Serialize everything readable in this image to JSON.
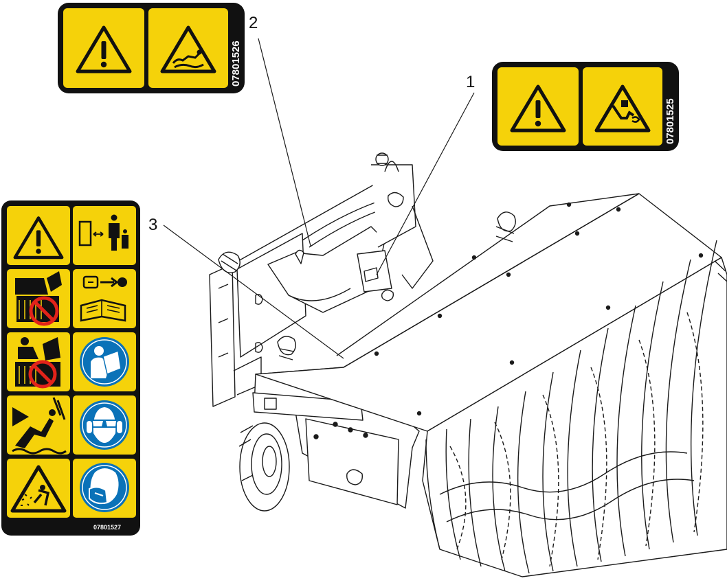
{
  "callouts": [
    {
      "number": "1",
      "decal_code": "07801525"
    },
    {
      "number": "2",
      "decal_code": "07801526"
    },
    {
      "number": "3",
      "decal_code": "07801527"
    }
  ],
  "colors": {
    "decal_yellow": "#f5d20a",
    "decal_black": "#111111",
    "mandatory_blue": "#0a72b8",
    "prohibition_red": "#e2231a",
    "line": "#1a1a1a"
  },
  "icons": [
    "warning-triangle-icon",
    "entanglement-hazard-icon",
    "crushing-hand-hazard-icon",
    "safe-distance-icon",
    "no-hand-in-rotor-icon",
    "remove-key-read-manual-icon",
    "no-body-in-rotor-icon",
    "read-manual-icon",
    "thrown-object-slip-icon",
    "eye-ear-protection-icon",
    "flying-debris-hazard-icon",
    "respirator-icon"
  ]
}
